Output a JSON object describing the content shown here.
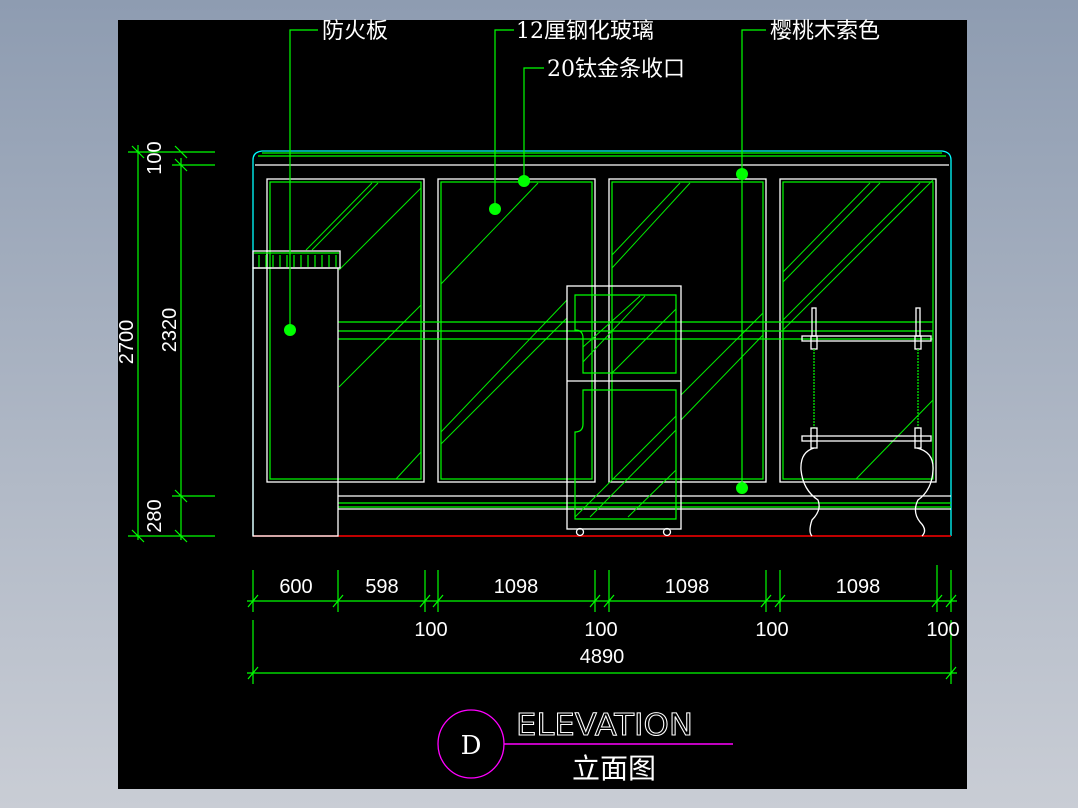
{
  "labels": {
    "fireboard": "防火板",
    "glass": "12厘钢化玻璃",
    "trim": "20钛金条收口",
    "wood": "樱桃木索色"
  },
  "vertical_dims": {
    "total": "2700",
    "top": "100",
    "middle": "2320",
    "bottom": "280"
  },
  "horizontal_dims": {
    "segments": [
      "600",
      "598",
      "1098",
      "1098",
      "1098"
    ],
    "gaps": [
      "100",
      "100",
      "100",
      "100"
    ],
    "total": "4890"
  },
  "title": {
    "marker": "D",
    "english": "ELEVATION",
    "chinese": "立面图"
  },
  "colors": {
    "background": "#000000",
    "lines": "#00ff00",
    "outline": "#ffffff",
    "floor": "#ff0000",
    "title_marker": "#ff00ff"
  }
}
